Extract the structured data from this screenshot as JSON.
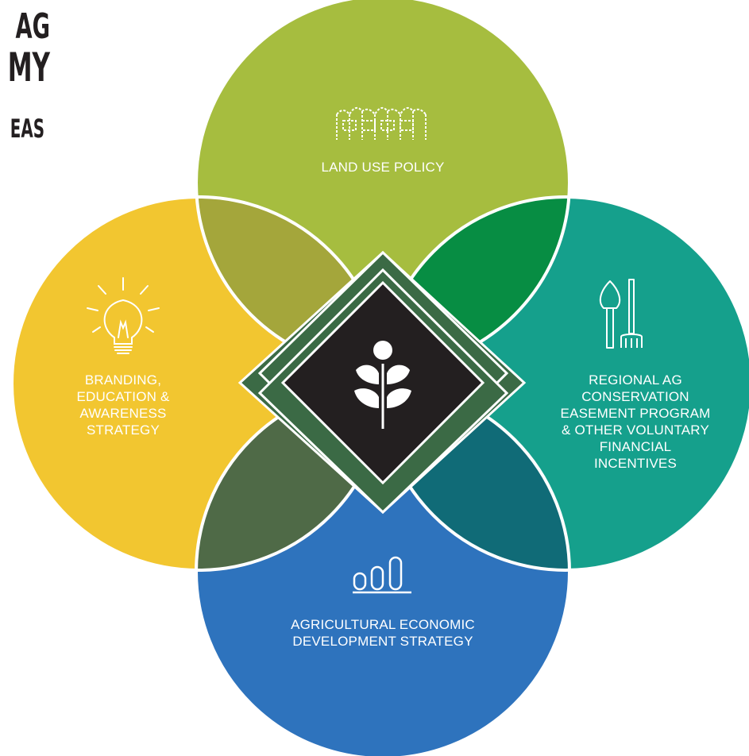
{
  "title": {
    "line1": "AG",
    "line2": "MY",
    "line3": "EAS"
  },
  "focus_areas": {
    "land_use": {
      "label": "LAND USE POLICY",
      "color": "#a6bd3f",
      "icon": "fence-icon"
    },
    "branding": {
      "label": "BRANDING,\nEDUCATION &\nAWARENESS\nSTRATEGY",
      "color": "#f2c630",
      "icon": "lightbulb-icon"
    },
    "conservation": {
      "label": "REGIONAL AG\nCONSERVATION\nEASEMENT PROGRAM\n& OTHER VOLUNTARY\nFINANCIAL\nINCENTIVES",
      "color": "#15a08c",
      "icon": "shovel-rake-icon"
    },
    "economic": {
      "label": "AGRICULTURAL ECONOMIC\nDEVELOPMENT STRATEGY",
      "color": "#2e73bd",
      "icon": "bar-chart-icon"
    }
  },
  "overlap_colors": {
    "top_left": "#a4a63b",
    "top_right": "#078d43",
    "bottom_left": "#4f6a47",
    "bottom_right": "#106b77",
    "diamond_outer": "#3b6a45",
    "diamond_inner": "#231f20"
  },
  "center": {
    "icon": "plant-icon"
  }
}
